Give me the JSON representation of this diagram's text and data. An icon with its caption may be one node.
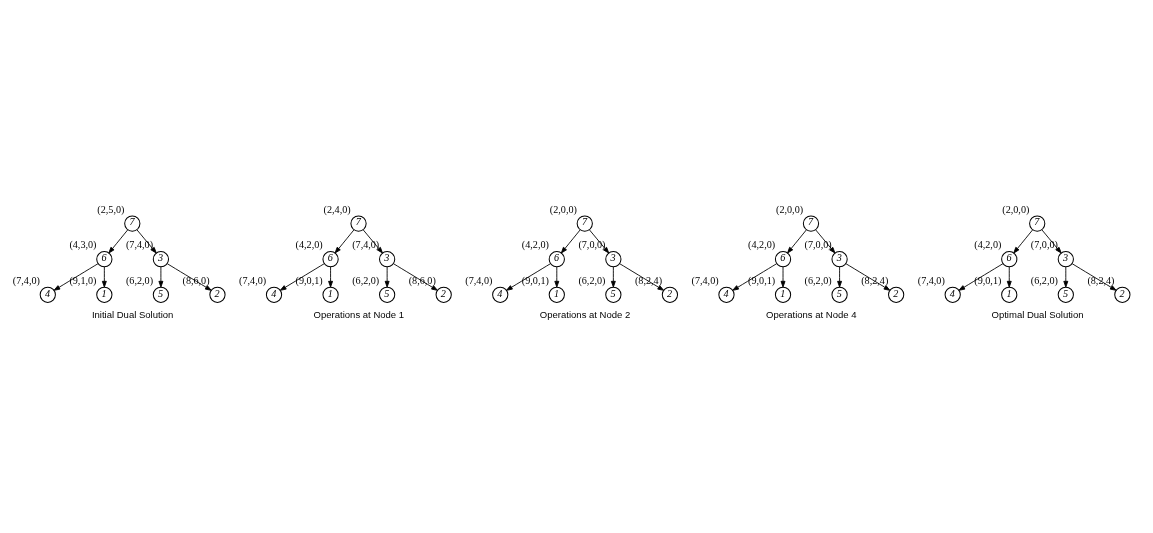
{
  "diagram": {
    "nodes": [
      {
        "text": [
          "7"
        ],
        "beside": [
          "(2,5,0)"
        ]
      },
      {
        "text": [
          "6"
        ],
        "beside": [
          "(4,3,0)"
        ]
      },
      {
        "text": [
          "3"
        ],
        "beside": [
          "(7,4,0)"
        ]
      },
      {
        "text": [
          "4"
        ],
        "beside": [
          "(7,4,0)"
        ]
      },
      {
        "text": [
          "1"
        ],
        "beside": [
          "(9,1,0)"
        ]
      },
      {
        "text": [
          "5"
        ],
        "beside": [
          "(6,2,0)"
        ]
      },
      {
        "text": [
          "2"
        ],
        "beside": [
          "(8,6,0)"
        ]
      },
      {
        "text": [
          "7"
        ],
        "beside": [
          "(2,4,0)"
        ]
      },
      {
        "text": [
          "6"
        ],
        "beside": [
          "(4,2,0)"
        ]
      },
      {
        "text": [
          "3"
        ],
        "beside": [
          "(7,4,0)"
        ]
      },
      {
        "text": [
          "4"
        ],
        "beside": [
          "(7,4,0)"
        ]
      },
      {
        "text": [
          "1"
        ],
        "beside": [
          "(9,0,1)"
        ]
      },
      {
        "text": [
          "5"
        ],
        "beside": [
          "(6,2,0)"
        ]
      },
      {
        "text": [
          "2"
        ],
        "beside": [
          "(8,6,0)"
        ]
      },
      {
        "text": [
          "7"
        ],
        "beside": [
          "(2,0,0)"
        ]
      },
      {
        "text": [
          "6"
        ],
        "beside": [
          "(4,2,0)"
        ]
      },
      {
        "text": [
          "3"
        ],
        "beside": [
          "(7,0,0)"
        ]
      },
      {
        "text": [
          "4"
        ],
        "beside": [
          "(7,4,0)"
        ]
      },
      {
        "text": [
          "1"
        ],
        "beside": [
          "(9,0,1)"
        ]
      },
      {
        "text": [
          "5"
        ],
        "beside": [
          "(6,2,0)"
        ]
      },
      {
        "text": [
          "2"
        ],
        "beside": [
          "(8,2,4)"
        ]
      },
      {
        "text": [
          "7"
        ],
        "beside": [
          "(2,0,0)"
        ]
      },
      {
        "text": [
          "6"
        ],
        "beside": [
          "(4,2,0)"
        ]
      },
      {
        "text": [
          "3"
        ],
        "beside": [
          "(7,0,0)"
        ]
      },
      {
        "text": [
          "4"
        ],
        "beside": [
          "(7,4,0)"
        ]
      },
      {
        "text": [
          "1"
        ],
        "beside": [
          "(9,0,1)"
        ]
      },
      {
        "text": [
          "5"
        ],
        "beside": [
          "(6,2,0)"
        ]
      },
      {
        "text": [
          "2"
        ],
        "beside": [
          "(8,2,4)"
        ]
      },
      {
        "text": [
          "7"
        ],
        "beside": [
          "(2,0,0)"
        ]
      },
      {
        "text": [
          "6"
        ],
        "beside": [
          "(4,2,0)"
        ]
      },
      {
        "text": [
          "3"
        ],
        "beside": [
          "(7,0,0)"
        ]
      },
      {
        "text": [
          "4"
        ],
        "beside": [
          "(7,4,0)"
        ]
      },
      {
        "text": [
          "1"
        ],
        "beside": [
          "(9,0,1)"
        ]
      },
      {
        "text": [
          "5"
        ],
        "beside": [
          "(6,2,0)"
        ]
      },
      {
        "text": [
          "2"
        ],
        "beside": [
          "(8,2,4)"
        ]
      }
    ],
    "edges": [
      {
        "from": 0,
        "to": 1,
        "arrow": "to"
      },
      {
        "from": 0,
        "to": 2,
        "arrow": "to"
      },
      {
        "from": 1,
        "to": 3,
        "arrow": "to"
      },
      {
        "from": 1,
        "to": 4,
        "arrow": "to"
      },
      {
        "from": 2,
        "to": 5,
        "arrow": "to"
      },
      {
        "from": 2,
        "to": 6,
        "arrow": "to"
      },
      {
        "from": 7,
        "to": 8,
        "arrow": "to"
      },
      {
        "from": 7,
        "to": 9,
        "arrow": "to"
      },
      {
        "from": 8,
        "to": 10,
        "arrow": "to"
      },
      {
        "from": 8,
        "to": 11,
        "arrow": "to"
      },
      {
        "from": 9,
        "to": 12,
        "arrow": "to"
      },
      {
        "from": 9,
        "to": 13,
        "arrow": "to"
      },
      {
        "from": 14,
        "to": 15,
        "arrow": "to"
      },
      {
        "from": 14,
        "to": 16,
        "arrow": "to"
      },
      {
        "from": 15,
        "to": 17,
        "arrow": "to"
      },
      {
        "from": 15,
        "to": 18,
        "arrow": "to"
      },
      {
        "from": 16,
        "to": 19,
        "arrow": "to"
      },
      {
        "from": 16,
        "to": 20,
        "arrow": "to"
      },
      {
        "from": 21,
        "to": 22,
        "arrow": "to"
      },
      {
        "from": 21,
        "to": 23,
        "arrow": "to"
      },
      {
        "from": 22,
        "to": 24,
        "arrow": "to"
      },
      {
        "from": 22,
        "to": 25,
        "arrow": "to"
      },
      {
        "from": 23,
        "to": 26,
        "arrow": "to"
      },
      {
        "from": 23,
        "to": 27,
        "arrow": "to"
      },
      {
        "from": 28,
        "to": 29,
        "arrow": "to"
      },
      {
        "from": 28,
        "to": 30,
        "arrow": "to"
      },
      {
        "from": 29,
        "to": 31,
        "arrow": "to"
      },
      {
        "from": 29,
        "to": 32,
        "arrow": "to"
      },
      {
        "from": 30,
        "to": 33,
        "arrow": "to"
      },
      {
        "from": 30,
        "to": 34,
        "arrow": "to"
      }
    ],
    "labels": [
      "Initial Dual Solution",
      "Operations at Node 1",
      "Operations at Node 2",
      "Operations at Node 4",
      "Optimal Dual Solution"
    ]
  }
}
